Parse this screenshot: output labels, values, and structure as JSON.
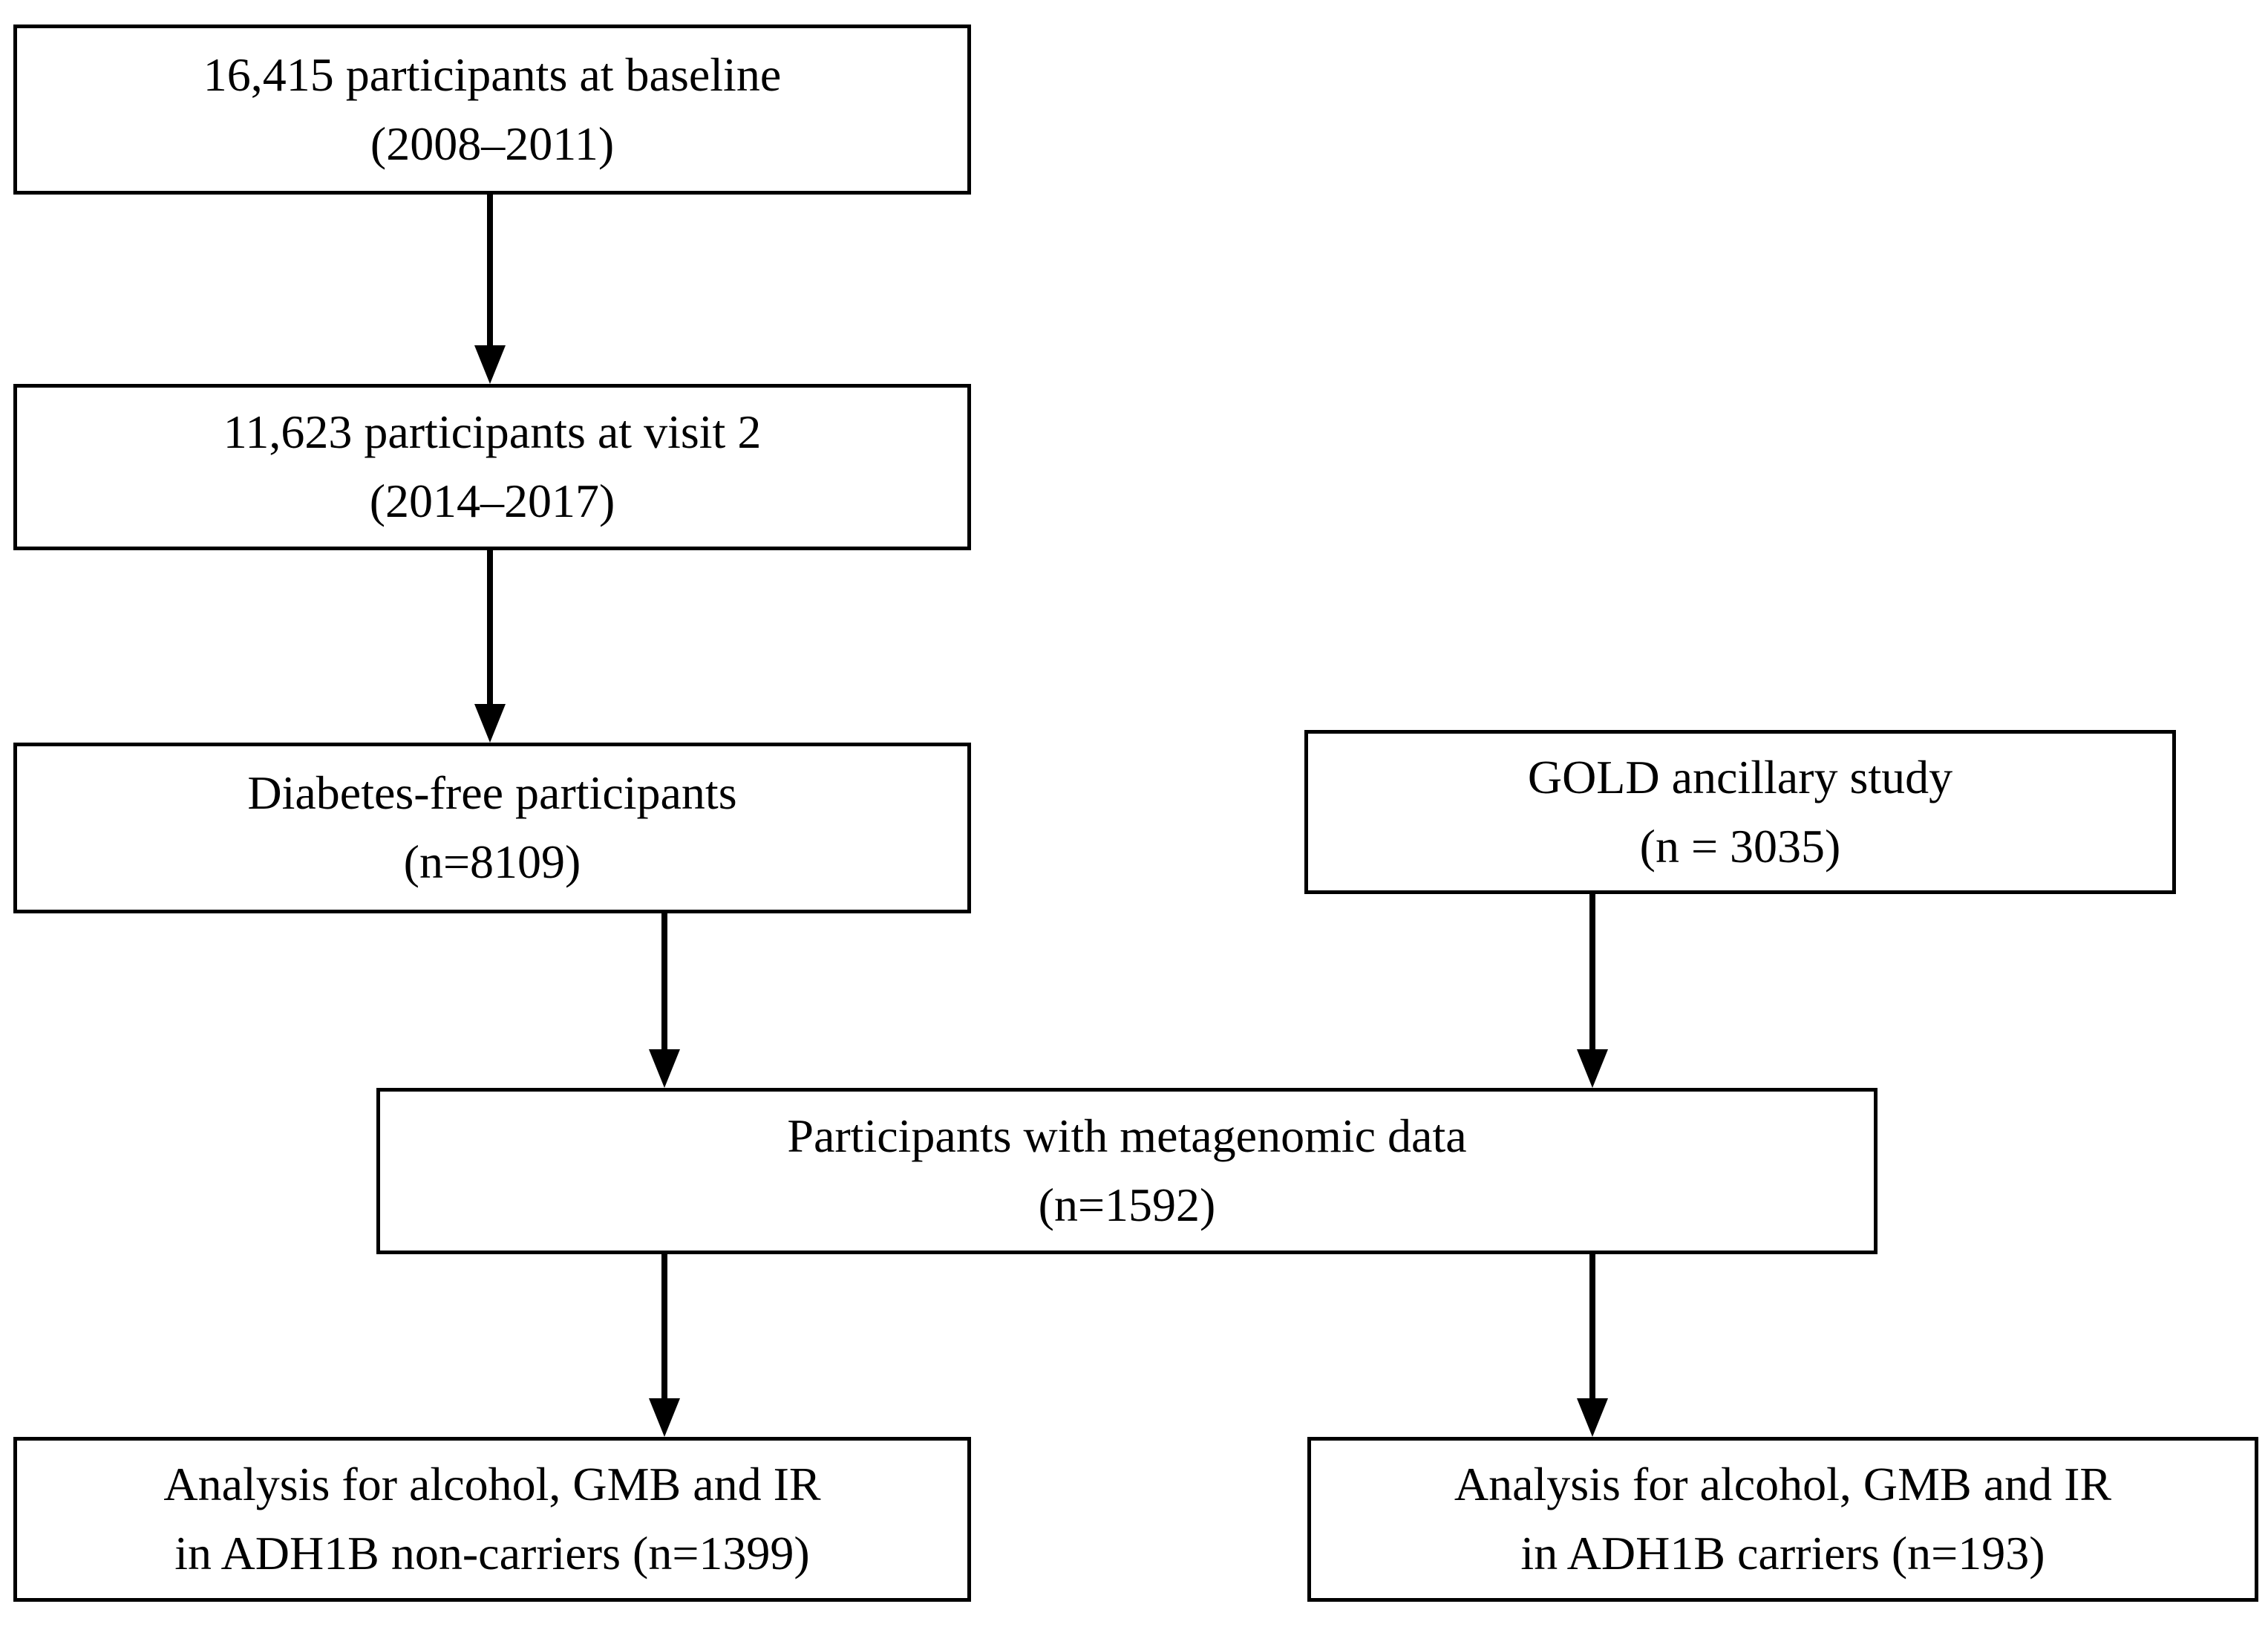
{
  "diagram": {
    "type": "flowchart",
    "colors": {
      "background": "#ffffff",
      "line": "#000000",
      "text": "#000000"
    },
    "nodes": {
      "baseline": {
        "line1": "16,415 participants at baseline",
        "line2": "(2008–2011)"
      },
      "visit2": {
        "line1": "11,623 participants at visit 2",
        "line2": "(2014–2017)"
      },
      "diabetes_free": {
        "line1": "Diabetes-free participants",
        "line2": "(n=8109)"
      },
      "gold": {
        "line1": "GOLD ancillary study",
        "line2": "(n = 3035)"
      },
      "metagenomic": {
        "line1": "Participants with metagenomic data",
        "line2": "(n=1592)"
      },
      "non_carriers": {
        "line1": "Analysis for alcohol, GMB and IR",
        "line2": "in ADH1B non-carriers (n=1399)"
      },
      "carriers": {
        "line1": "Analysis for alcohol, GMB and IR",
        "line2": "in ADH1B carriers (n=193)"
      }
    },
    "connectors": [
      {
        "from": "baseline",
        "to": "visit2"
      },
      {
        "from": "visit2",
        "to": "diabetes_free"
      },
      {
        "from": "diabetes_free",
        "to": "metagenomic"
      },
      {
        "from": "gold",
        "to": "metagenomic"
      },
      {
        "from": "metagenomic",
        "to": "non_carriers"
      },
      {
        "from": "metagenomic",
        "to": "carriers"
      }
    ]
  }
}
